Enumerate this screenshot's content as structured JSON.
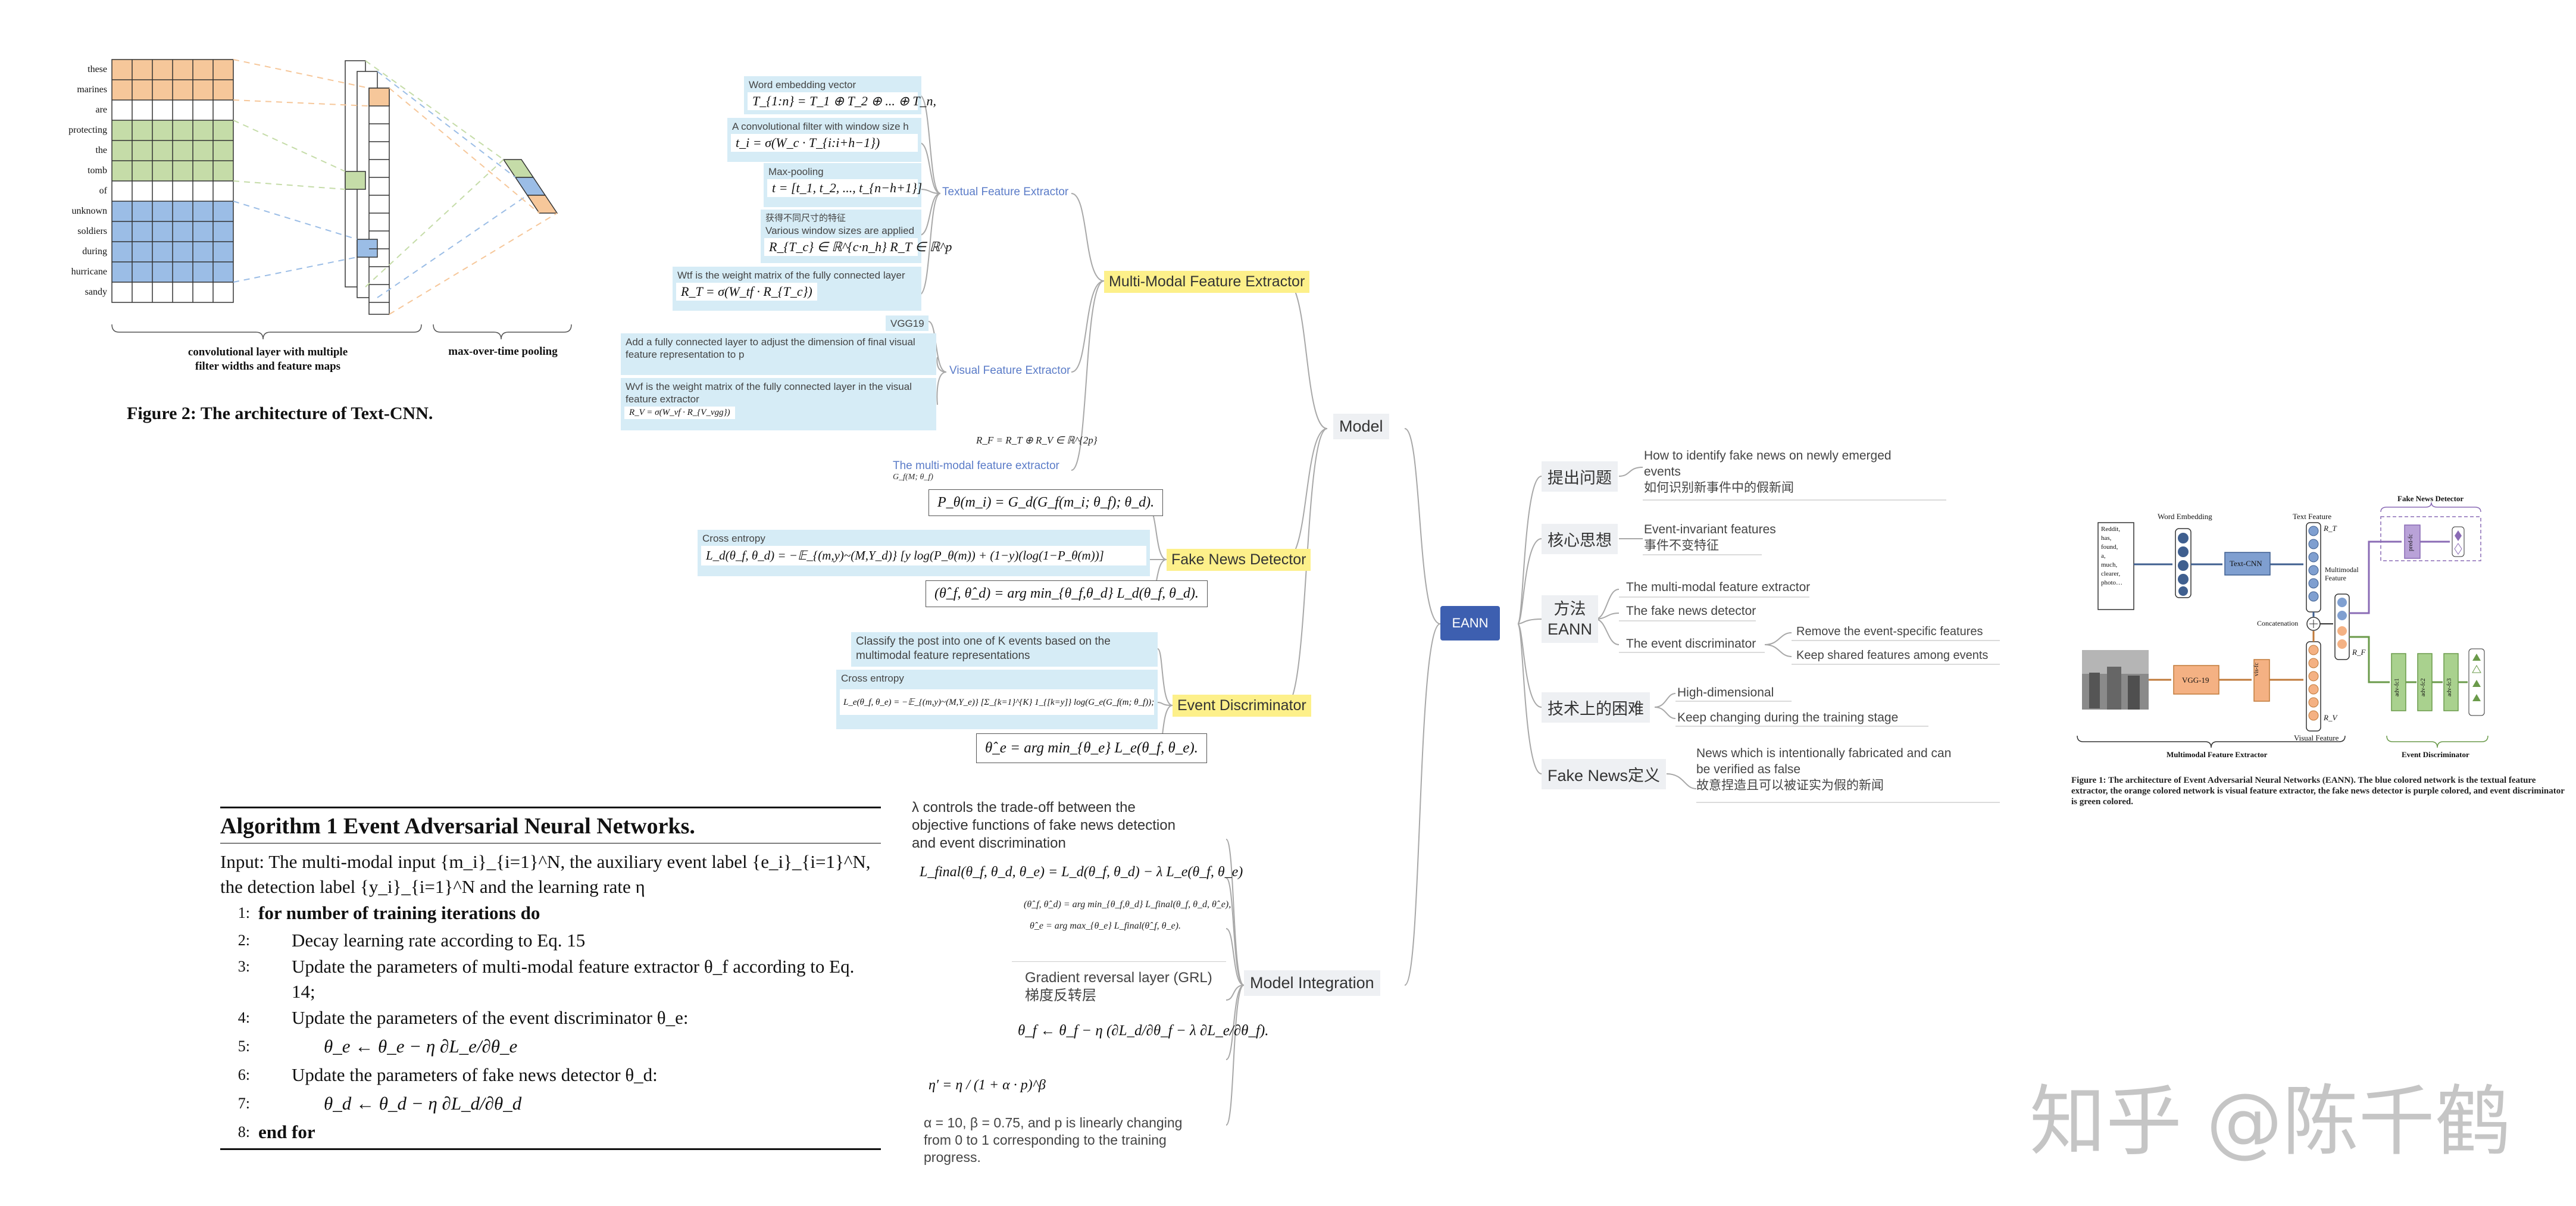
{
  "textcnn": {
    "words": [
      "these",
      "marines",
      "are",
      "protecting",
      "the",
      "tomb",
      "of",
      "unknown",
      "soldiers",
      "during",
      "hurricane",
      "sandy"
    ],
    "brace_left": "convolutional layer with multiple\nfilter widths and feature maps",
    "brace_right": "max-over-time pooling",
    "caption": "Figure 2: The architecture of Text-CNN.",
    "colors": {
      "orange": "#f6c79a",
      "green": "#c5dca8",
      "blue": "#9bbde6"
    }
  },
  "mindmap": {
    "root": "EANN",
    "model": "Model",
    "model_integration": "Model Integration",
    "mmfe": "Multi-Modal Feature Extractor",
    "fnd": "Fake News Detector",
    "ed": "Event Discriminator",
    "textual": "Textual Feature Extractor",
    "visual": "Visual Feature Extractor",
    "mm_label": "The multi-modal feature extractor",
    "mm_sub": "G_f(M; θ_f)",
    "rf_eq": "R_F = R_T ⊕ R_V ∈ ℝ^{2p}",
    "word_emb": "Word embedding vector",
    "word_emb_eq": "T_{1:n} = T_1 ⊕ T_2 ⊕ ... ⊕ T_n,",
    "conv": "A convolutional filter with window size h",
    "conv_eq": "t_i = σ(W_c · T_{i:i+h−1})",
    "maxpool": "Max-pooling",
    "maxpool_eq": "t = [t_1, t_2, ..., t_{n−h+1}]",
    "diff_window_1": "获得不同尺寸的特征",
    "diff_window_2": "Various window sizes are applied",
    "diff_window_eq": "R_{T_c} ∈ ℝ^{c·n_h}  R_T ∈ ℝ^p",
    "wtf": "Wtf is the weight matrix of the fully connected layer",
    "wtf_eq": "R_T = σ(W_tf · R_{T_c})",
    "vgg": "VGG19",
    "vis1": "Add a fully connected layer to adjust the dimension of final visual\nfeature representation to p",
    "vis2": "Wvf is the weight matrix of the fully connected layer in the visual\nfeature extractor",
    "vis2_eq": "R_V = σ(W_vf · R_{V_vgg})",
    "fnd_eq1": "P_θ(m_i) = G_d(G_f(m_i; θ_f); θ_d).",
    "fnd_ce": "Cross entropy",
    "fnd_eq2": "L_d(θ_f, θ_d) = −𝔼_{(m,y)~(M,Y_d)} [y log(P_θ(m)) + (1−y)(log(1−P_θ(m))]",
    "fnd_eq3": "(θ̂_f, θ̂_d) = arg min_{θ_f,θ_d} L_d(θ_f, θ_d).",
    "ed_label": "Classify the post into one of K events based on the\nmultimodal feature representations",
    "ed_ce": "Cross entropy",
    "ed_eq1": "L_e(θ_f, θ_e) = −𝔼_{(m,y)~(M,Y_e)} [Σ_{k=1}^{K} 1_{[k=y]} log(G_e(G_f(m; θ_f)); θ_e)]",
    "ed_eq2": "θ̂_e = arg min_{θ_e} L_e(θ_f, θ_e).",
    "lambda_text": "λ controls the trade-off between the\nobjective functions of fake news detection\nand event discrimination",
    "final_eq": "L_final(θ_f, θ_d, θ_e) = L_d(θ_f, θ_d) − λ L_e(θ_f, θ_e)",
    "mi_eq1": "(θ̂_f, θ̂_d) = arg min_{θ_f,θ_d} L_final(θ_f, θ_d, θ̂_e),",
    "mi_eq2": "θ̂_e = arg max_{θ_e} L_final(θ̂_f, θ_e).",
    "grl": "Gradient reversal layer (GRL)\n梯度反转层",
    "grl_eq": "θ_f ← θ_f − η (∂L_d/∂θ_f − λ ∂L_e/∂θ_f).",
    "eta_eq": "η′ = η / (1 + α · p)^β",
    "alpha_text": "α = 10, β = 0.75, and p is linearly changing\nfrom 0 to 1 corresponding to the training\nprogress.",
    "r1_problem": "提出问题",
    "r1_problem_leaf": "How to identify fake news on newly emerged\nevents\n如何识别新事件中的假新闻",
    "r2_idea": "核心思想",
    "r2_idea_leaf": "Event-invariant features\n事件不变特征",
    "r3_method": "方法\nEANN",
    "r3_leaf1": "The multi-modal feature extractor",
    "r3_leaf2": "The fake news detector",
    "r3_leaf3": "The event discriminator",
    "r3_sub1": "Remove the event-specific features",
    "r3_sub2": "Keep shared features among events",
    "r4_diff": "技术上的困难",
    "r4_leaf1": "High-dimensional",
    "r4_leaf2": "Keep changing during the training stage",
    "r5_def": "Fake News定义",
    "r5_leaf": "News which is intentionally fabricated and can\nbe verified as false\n故意捏造且可以被证实为假的新闻"
  },
  "algorithm": {
    "title": "Algorithm 1 Event Adversarial Neural Networks.",
    "input": "Input: The multi-modal input {m_i}_{i=1}^N, the auxiliary event label {e_i}_{i=1}^N, the detection label {y_i}_{i=1}^N and the learning rate η",
    "lines": [
      {
        "n": "1:",
        "t": "for  number of training iterations do"
      },
      {
        "n": "2:",
        "t": "Decay learning rate according to Eq. 15"
      },
      {
        "n": "3:",
        "t": "Update the parameters of multi-modal feature extractor θ_f according to Eq. 14;"
      },
      {
        "n": "4:",
        "t": "Update the parameters of the event discriminator θ_e:"
      },
      {
        "n": "5:",
        "t": "θ_e ← θ_e − η ∂L_e/∂θ_e"
      },
      {
        "n": "6:",
        "t": "Update the parameters of fake news detector θ_d:"
      },
      {
        "n": "7:",
        "t": "θ_d ← θ_d − η ∂L_d/∂θ_d"
      },
      {
        "n": "8:",
        "t": "end for"
      }
    ]
  },
  "eann_fig": {
    "input_text": "Reddit,\nhas,\nfound,\na,\nmuch,\nclearer,\nphoto…",
    "word_embedding": "Word Embedding",
    "text_cnn": "Text-CNN",
    "text_feature": "Text Feature",
    "rt": "R_T",
    "concatenation": "Concatenation",
    "multimodal_feature": "Multimodal\nFeature",
    "rf": "R_F",
    "vgg": "VGG-19",
    "vis_fc": "vis-fc",
    "visual_feature": "Visual Feature",
    "rv": "R_V",
    "fake_news_detector": "Fake News Detector",
    "pred_fc": "pred-fc",
    "adv_fc1": "adv-fc1",
    "adv_fc2": "adv-fc2",
    "adv_fc3": "adv-fc3",
    "mfe": "Multimodal Feature Extractor",
    "event_discriminator": "Event Discriminator",
    "caption": "Figure 1: The architecture of Event Adversarial Neural Networks (EANN). The blue colored network is the textual feature extractor, the orange colored network is visual feature extractor, the fake news detector is purple colored, and event discriminator is green colored.",
    "colors": {
      "blue": "#3f5f8f",
      "orange": "#f4b183",
      "purple": "#8a6bb5",
      "green": "#a9d18e"
    }
  },
  "watermark": "知乎 @陈千鹤"
}
